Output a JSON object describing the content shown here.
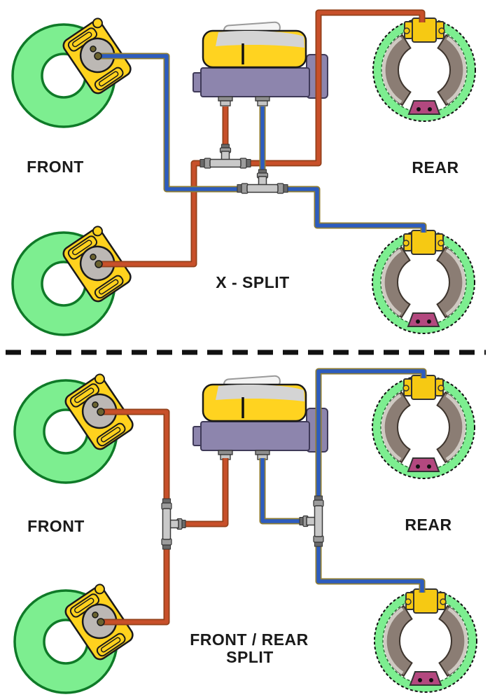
{
  "panels": [
    {
      "name": "x-split",
      "caption": "X - SPLIT",
      "front_label": "FRONT",
      "rear_label": "REAR"
    },
    {
      "name": "front-rear-split",
      "caption_line1": "FRONT / REAR",
      "caption_line2": "SPLIT",
      "front_label": "FRONT",
      "rear_label": "REAR"
    }
  ],
  "icons": {
    "front_brake": "disc-brake-icon",
    "rear_brake": "drum-brake-icon",
    "master_cylinder": "master-cylinder-icon",
    "junction": "tee-fitting-icon"
  },
  "colors": {
    "circuit_primary": "#c8502a",
    "circuit_primary_casing": "#93401a",
    "circuit_secondary": "#2d5cbe",
    "circuit_secondary_casing": "#8f7d33",
    "disc_green": "#7dee90",
    "disc_edge": "#0f7a28",
    "caliper_yellow": "#ffd21e",
    "caliper_gray": "#bcb8b4",
    "drum_green": "#7dee90",
    "shoe_brown": "#8b7d74",
    "shoe_lining": "#cfc9c2",
    "wheel_cyl_yellow": "#f6c913",
    "adjuster_magenta": "#b3487f",
    "master_purple": "#8d85ad",
    "reservoir_yellow": "#ffd320",
    "fitting_gray": "#c9c9c9",
    "label_color": "#1a1a1a"
  }
}
